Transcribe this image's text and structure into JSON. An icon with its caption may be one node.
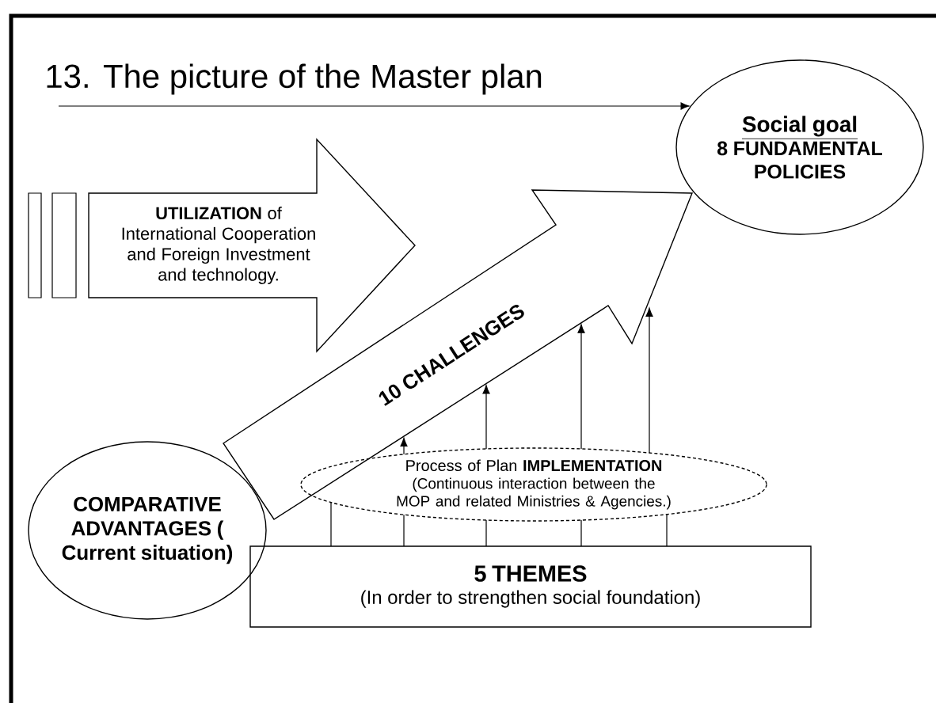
{
  "diagram": {
    "title": "13. The picture of the Master plan",
    "nodes": [
      {
        "text": [
          "Social goal",
          "8 FUNDAMENTAL POLICIES"
        ]
      },
      {
        "text": [
          "**UTILIZATION** of International Cooperation and Foreign Investment and technology."
        ]
      },
      {
        "text": [
          "10 CHALLENGES"
        ]
      },
      {
        "text": [
          "COMPARATIVE ADVANTAGES ( Current situation)"
        ]
      },
      {
        "text": [
          "Process of Plan **IMPLEMENTATION**",
          "(Continuous interaction between the MOP and related Ministries & Agencies.)"
        ]
      },
      {
        "text": [
          "5 THEMES",
          "(In order to strengthen social foundation)"
        ]
      }
    ],
    "edges": [
      {
        "from": null,
        "to": 0,
        "arrow": "to"
      },
      {
        "from": 5,
        "to": 4,
        "arrow": "none"
      },
      {
        "from": 5,
        "to": 4,
        "arrow": "none"
      },
      {
        "from": 5,
        "to": 4,
        "arrow": "none"
      },
      {
        "from": 5,
        "to": 4,
        "arrow": "none"
      },
      {
        "from": 5,
        "to": 4,
        "arrow": "none"
      },
      {
        "from": 4,
        "to": 2,
        "arrow": "to"
      },
      {
        "from": 4,
        "to": 2,
        "arrow": "to"
      },
      {
        "from": 4,
        "to": 2,
        "arrow": "to"
      },
      {
        "from": 4,
        "to": 2,
        "arrow": "to"
      }
    ]
  }
}
